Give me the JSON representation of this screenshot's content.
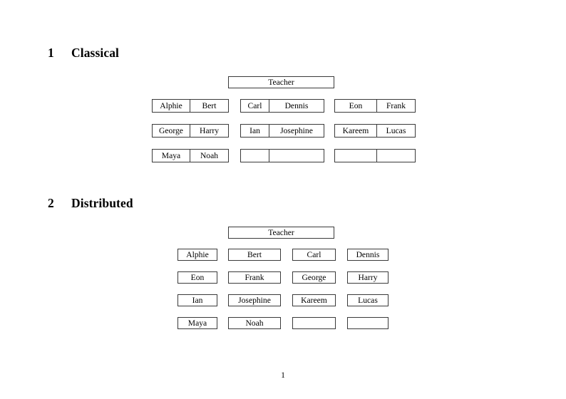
{
  "document": {
    "page_number": "1"
  },
  "sections": [
    {
      "number": "1",
      "title": "Classical",
      "teacher_label": "Teacher",
      "layout": "three-groups-of-two-columns",
      "groups": [
        {
          "rows": [
            [
              "Alphie",
              "Bert"
            ],
            [
              "George",
              "Harry"
            ],
            [
              "Maya",
              "Noah"
            ]
          ]
        },
        {
          "rows": [
            [
              "Carl",
              "Dennis"
            ],
            [
              "Ian",
              "Josephine"
            ],
            [
              "",
              ""
            ]
          ]
        },
        {
          "rows": [
            [
              "Eon",
              "Frank"
            ],
            [
              "Kareem",
              "Lucas"
            ],
            [
              "",
              ""
            ]
          ]
        }
      ]
    },
    {
      "number": "2",
      "title": "Distributed",
      "teacher_label": "Teacher",
      "layout": "grid-of-individual-boxes",
      "rows": [
        [
          "Alphie",
          "Bert",
          "Carl",
          "Dennis"
        ],
        [
          "Eon",
          "Frank",
          "George",
          "Harry"
        ],
        [
          "Ian",
          "Josephine",
          "Kareem",
          "Lucas"
        ],
        [
          "Maya",
          "Noah",
          "",
          ""
        ]
      ]
    }
  ],
  "colors": {
    "page_background": "#ffffff",
    "text": "#000000",
    "box_border": "#3a3a3a"
  }
}
